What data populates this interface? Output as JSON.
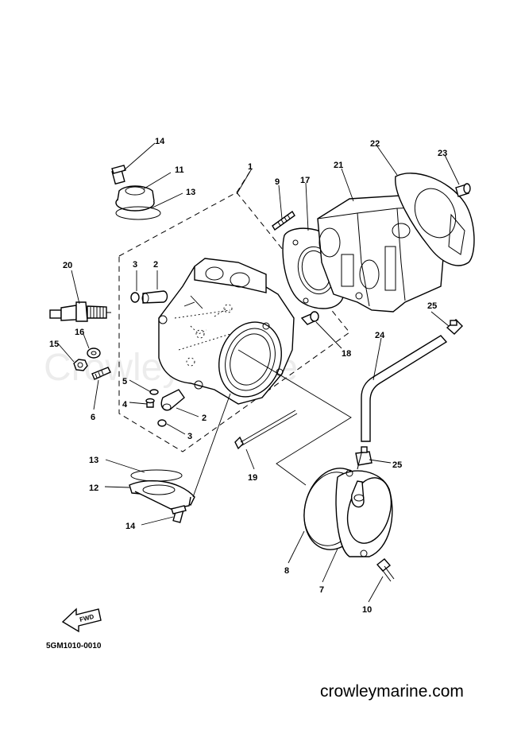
{
  "watermark": "CrowleyMarine",
  "footer": "crowleymarine.com",
  "diagram_code": "5GM1010-0010",
  "fwd_label": "FWD",
  "callouts": [
    "1",
    "2",
    "2",
    "3",
    "3",
    "4",
    "5",
    "6",
    "7",
    "8",
    "9",
    "10",
    "11",
    "12",
    "13",
    "13",
    "14",
    "14",
    "15",
    "16",
    "17",
    "18",
    "19",
    "20",
    "21",
    "22",
    "23",
    "24",
    "25",
    "25"
  ]
}
